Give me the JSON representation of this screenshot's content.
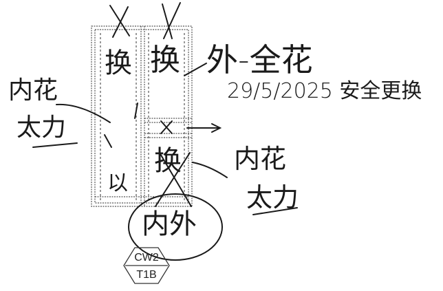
{
  "drawing": {
    "left_panel_char": "换",
    "right_panel_char_top": "换",
    "right_panel_char_bottom": "换",
    "left_panel_bottom_mark": "以",
    "circle_note": "内外"
  },
  "annotations": {
    "outer_glass": "外-全花",
    "date_note": "29/5/2025 安全更换",
    "left_note_line1": "内花",
    "left_note_line2": "太力",
    "right_note_line1": "内花",
    "right_note_line2": "太力"
  },
  "tag": {
    "top": "CW2",
    "bottom": "T1B"
  },
  "colors": {
    "ink": "#1a1a1a",
    "frame": "#555555",
    "paper": "#ffffff"
  }
}
